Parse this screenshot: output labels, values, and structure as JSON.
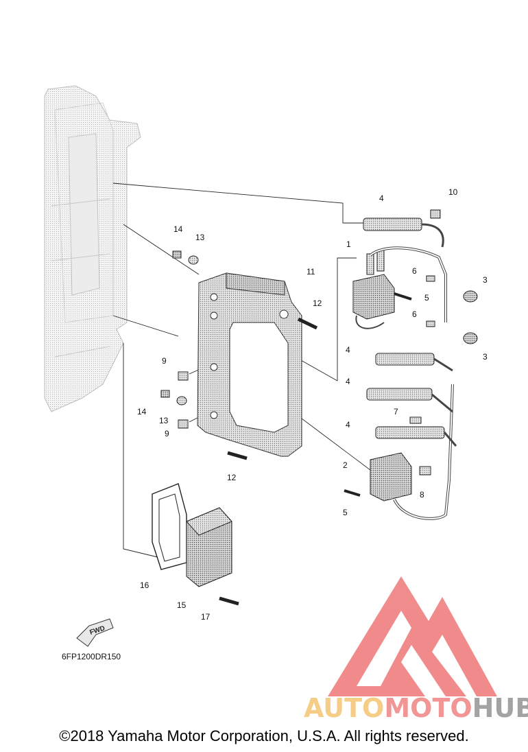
{
  "diagram": {
    "drawing_code": "6FP1200DR150",
    "fwd_label": "FWD",
    "callouts": [
      {
        "id": "c1",
        "text": "1"
      },
      {
        "id": "c2",
        "text": "2"
      },
      {
        "id": "c3a",
        "text": "3"
      },
      {
        "id": "c3b",
        "text": "3"
      },
      {
        "id": "c4a",
        "text": "4"
      },
      {
        "id": "c4b",
        "text": "4"
      },
      {
        "id": "c4c",
        "text": "4"
      },
      {
        "id": "c4d",
        "text": "4"
      },
      {
        "id": "c5a",
        "text": "5"
      },
      {
        "id": "c5b",
        "text": "5"
      },
      {
        "id": "c6a",
        "text": "6"
      },
      {
        "id": "c6b",
        "text": "6"
      },
      {
        "id": "c7",
        "text": "7"
      },
      {
        "id": "c8",
        "text": "8"
      },
      {
        "id": "c9a",
        "text": "9"
      },
      {
        "id": "c9b",
        "text": "9"
      },
      {
        "id": "c10",
        "text": "10"
      },
      {
        "id": "c11",
        "text": "11"
      },
      {
        "id": "c12a",
        "text": "12"
      },
      {
        "id": "c12b",
        "text": "12"
      },
      {
        "id": "c13a",
        "text": "13"
      },
      {
        "id": "c13b",
        "text": "13"
      },
      {
        "id": "c14a",
        "text": "14"
      },
      {
        "id": "c14b",
        "text": "14"
      },
      {
        "id": "c15",
        "text": "15"
      },
      {
        "id": "c16",
        "text": "16"
      },
      {
        "id": "c17",
        "text": "17"
      }
    ]
  },
  "watermark": {
    "part1": "AUTO",
    "part2": "MOTO",
    "part3": "HUB",
    "color1": "#f5c87a",
    "color2": "#f08a8a",
    "color3": "#9a9a9a",
    "logo_color": "#f07f7f"
  },
  "footer": {
    "copyright": "©2018 Yamaha Motor Corporation, U.S.A. All rights reserved."
  }
}
